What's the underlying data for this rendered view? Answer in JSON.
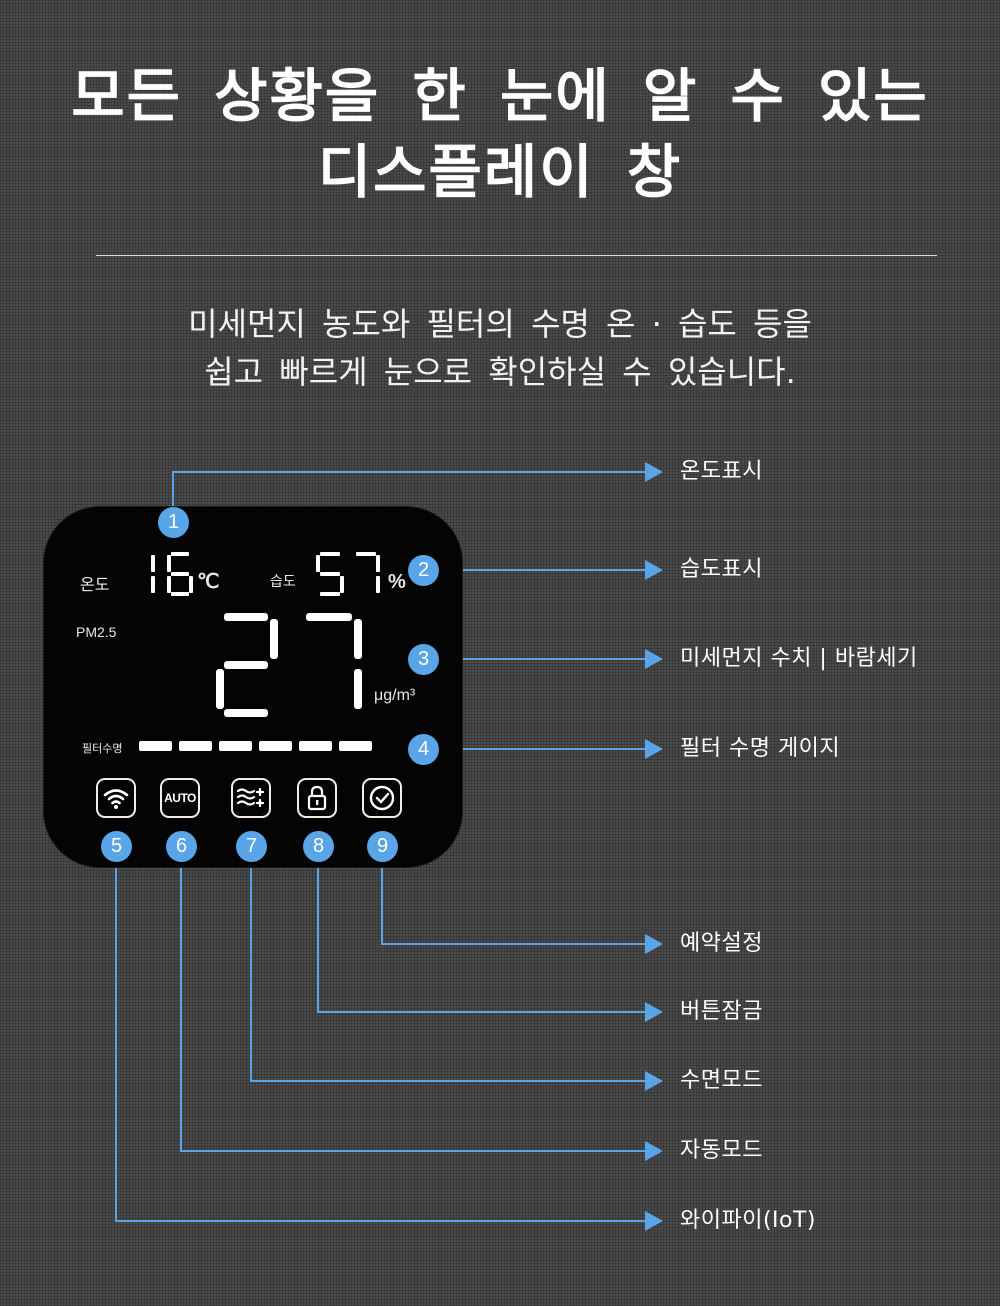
{
  "heading": {
    "line1": "모든 상황을 한 눈에 알 수 있는",
    "line2": "디스플레이 창"
  },
  "subtitle": {
    "line1": "미세먼지 농도와 필터의 수명 온 · 습도 등을",
    "line2": "쉽고 빠르게 눈으로 확인하실 수 있습니다."
  },
  "display": {
    "temp_label": "온도",
    "temp_value": "16",
    "temp_unit": "℃",
    "humidity_label": "습도",
    "humidity_value": "57",
    "humidity_unit": "%",
    "pm_label": "PM2.5",
    "pm_value": "27",
    "pm_unit": "μg/m³",
    "filter_label": "필터수명",
    "filter_segments": 6,
    "auto_label": "AUTO"
  },
  "badges": [
    "1",
    "2",
    "3",
    "4",
    "5",
    "6",
    "7",
    "8",
    "9"
  ],
  "callouts": {
    "c1": "온도표시",
    "c2": "습도표시",
    "c3": "미세먼지 수치 | 바람세기",
    "c4": "필터 수명 게이지",
    "c9": "예약설정",
    "c8": "버튼잠금",
    "c7": "수면모드",
    "c6": "자동모드",
    "c5": "와이파이(IoT)"
  },
  "colors": {
    "accent": "#5aa4e8",
    "background": "#4a4a4a",
    "panel": "#040404"
  },
  "icons": [
    "wifi-icon",
    "auto-icon",
    "sleep-wave-icon",
    "lock-icon",
    "clock-icon"
  ]
}
